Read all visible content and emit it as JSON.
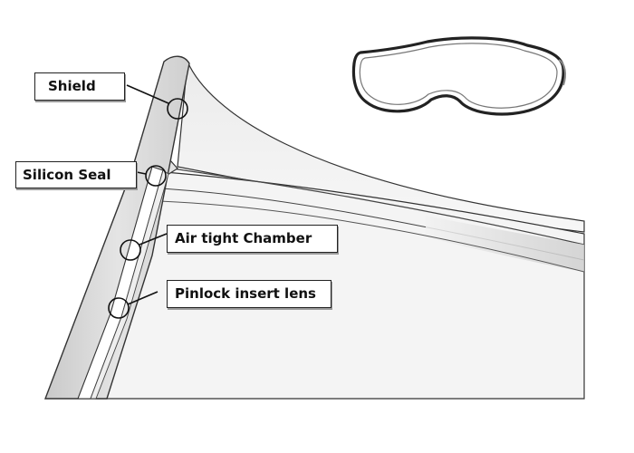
{
  "labels": {
    "shield": "Shield",
    "silicon_seal": "Silicon Seal",
    "air_chamber": "Air tight Chamber",
    "pinlock_lens": "Pinlock insert lens"
  },
  "colors": {
    "outline": "#222222",
    "shield_fill": "#d9d9d9",
    "lens_fill": "#f4f4f4",
    "background": "#ffffff"
  }
}
